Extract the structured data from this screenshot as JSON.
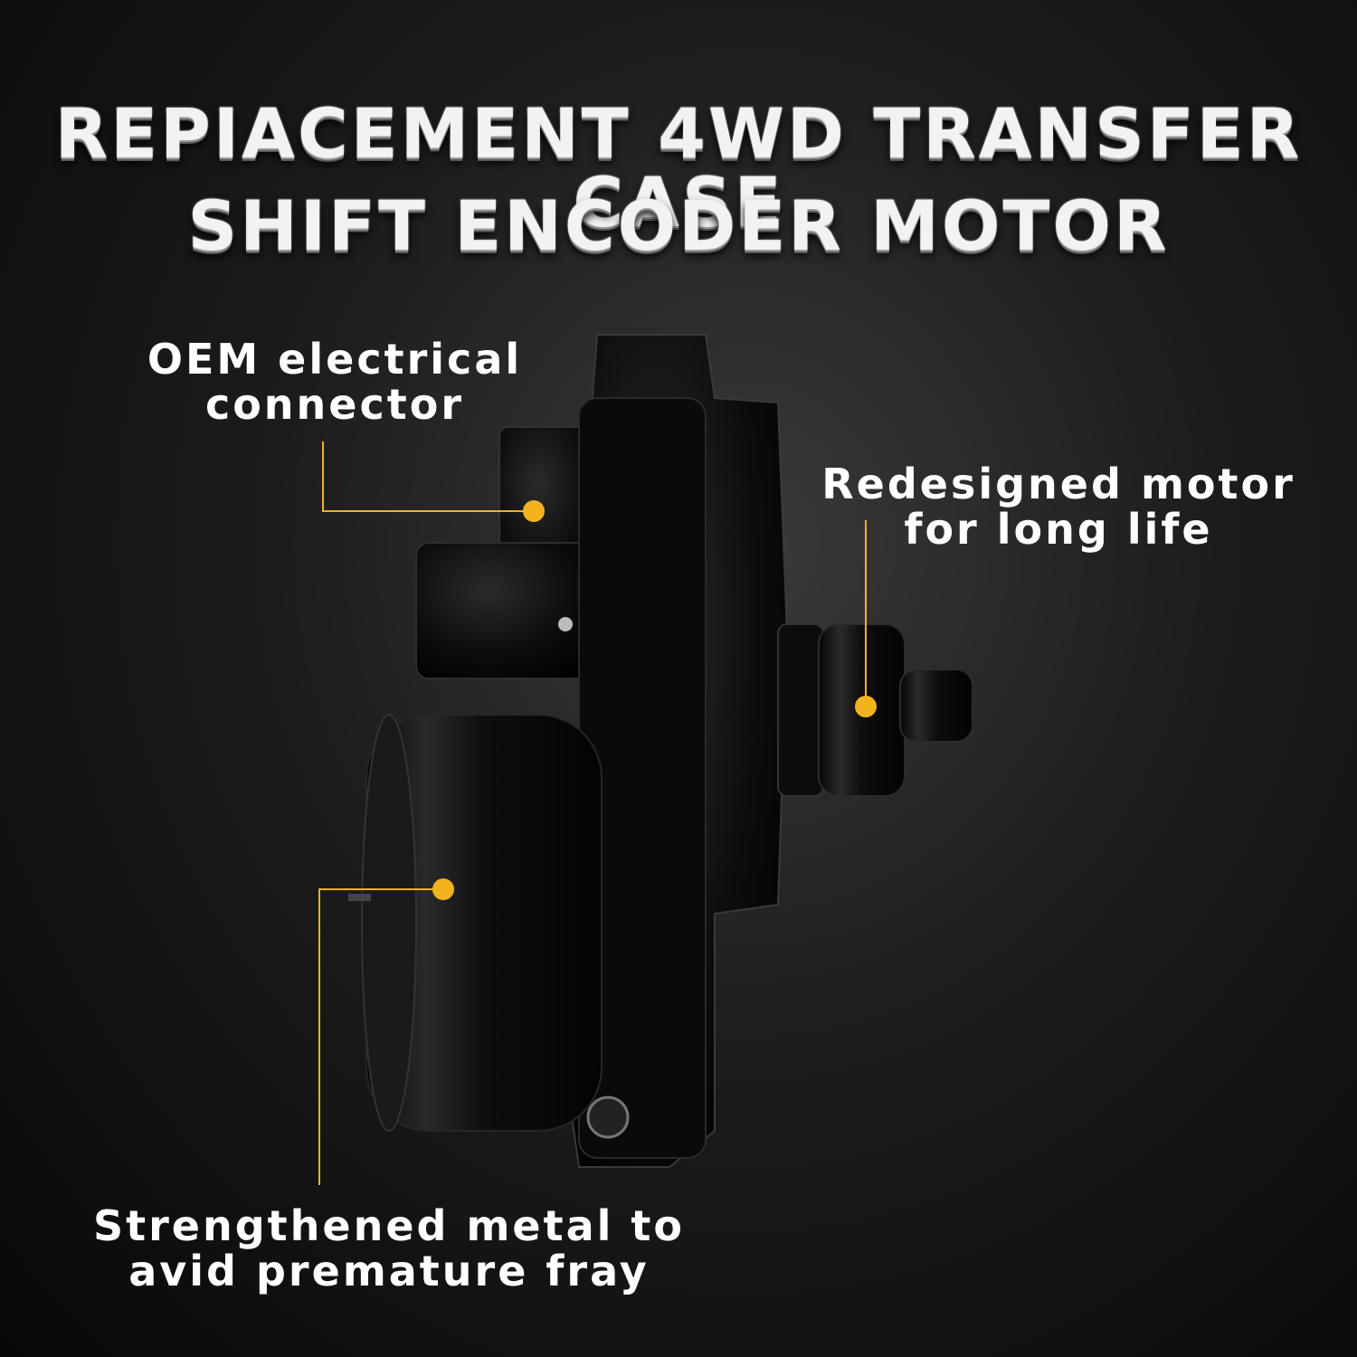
{
  "title": {
    "line1": "REPIACEMENT 4WD TRANSFER CASE",
    "line2": "SHIFT ENCODER MOTOR"
  },
  "callouts": [
    {
      "line1": "OEM electrical",
      "line2": "connector"
    },
    {
      "line1": "Redesigned motor",
      "line2": "for long life"
    },
    {
      "line1": "Strengthened metal to",
      "line2": "avid premature fray"
    }
  ],
  "colors": {
    "accent": "#f2b31f",
    "text": "#ffffff",
    "background": "#1c1c1c"
  }
}
